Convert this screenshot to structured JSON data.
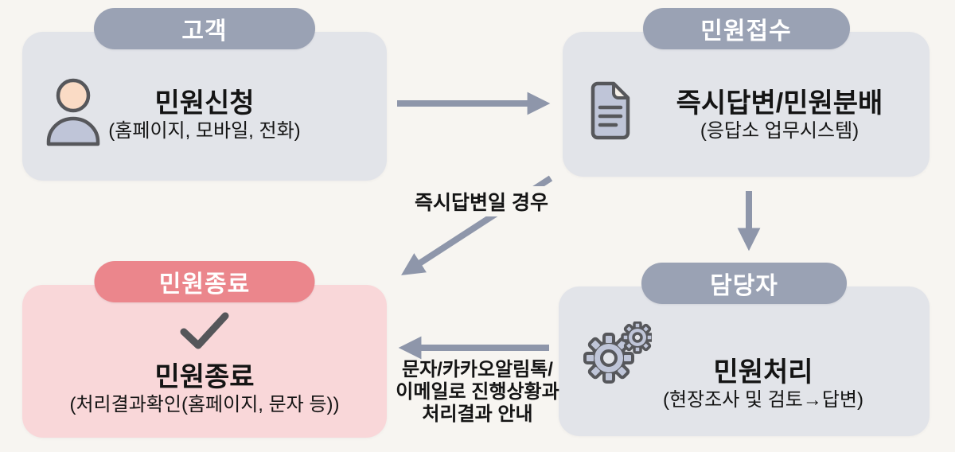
{
  "diagram_title": "",
  "colors": {
    "page_bg": "#f7f5f1",
    "box_gray": "#e2e4e9",
    "box_pink": "#f9d7d9",
    "badge_gray": "#9aa2b4",
    "badge_pink": "#eb868c",
    "arrow": "#8e96aa",
    "text": "#141414",
    "badge_text": "#ffffff",
    "icon_fill": "#bfc5d8",
    "icon_stroke": "#56575b",
    "head_fill": "#fadbc5",
    "check": "#55565a"
  },
  "nodes": [
    {
      "id": "customer",
      "badge": "고객",
      "title": "민원신청",
      "subtitle": "(홈페이지, 모바일, 전화)",
      "icon": "person-icon",
      "variant": "gray"
    },
    {
      "id": "intake",
      "badge": "민원접수",
      "title": "즉시답변/민원분배",
      "subtitle": "(응답소 업무시스템)",
      "icon": "document-icon",
      "variant": "gray"
    },
    {
      "id": "handler",
      "badge": "담당자",
      "title": "민원처리",
      "subtitle": "(현장조사 및 검토→답변)",
      "icon": "gears-icon",
      "variant": "gray"
    },
    {
      "id": "closure",
      "badge": "민원종료",
      "title": "민원종료",
      "subtitle": "(처리결과확인(홈페이지, 문자 등))",
      "icon": "check-icon",
      "variant": "pink"
    }
  ],
  "edges": [
    {
      "from": "customer",
      "to": "intake",
      "label": ""
    },
    {
      "from": "intake",
      "to": "handler",
      "label": ""
    },
    {
      "from": "intake",
      "to": "closure",
      "label": "즉시답변일 경우"
    },
    {
      "from": "handler",
      "to": "closure",
      "label_lines": [
        "문자/카카오알림톡/",
        "이메일로 진행상황과",
        "처리결과 안내"
      ]
    }
  ]
}
